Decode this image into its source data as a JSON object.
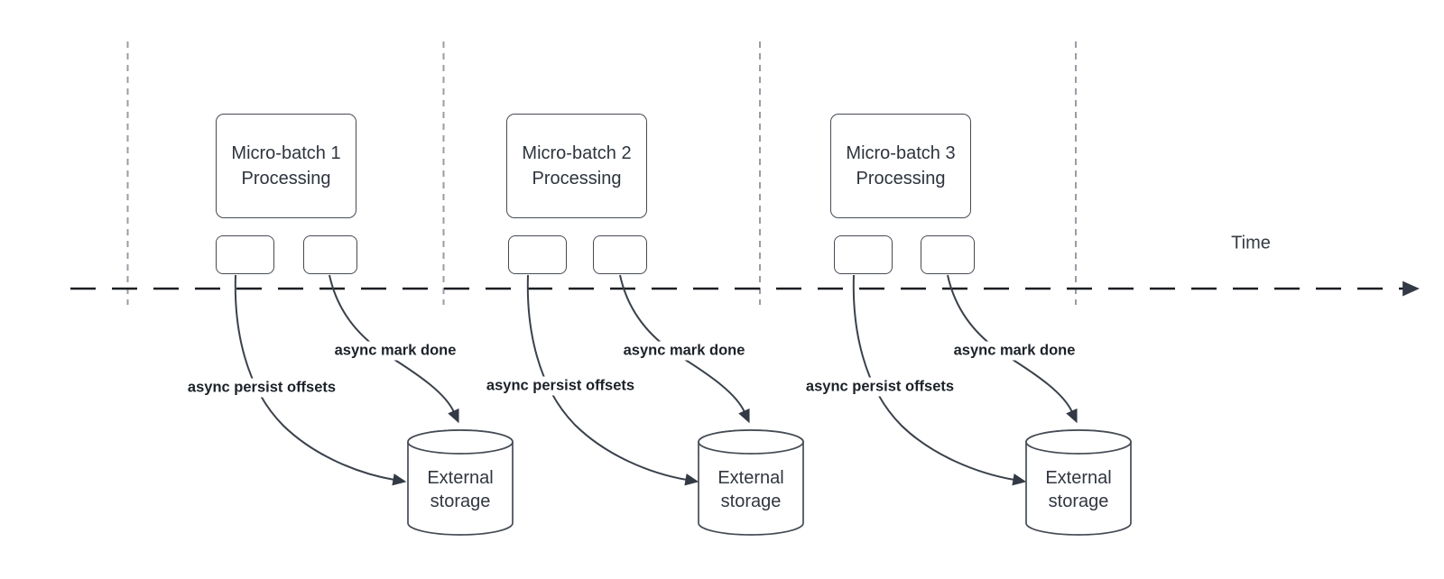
{
  "diagram": {
    "time_axis_label": "Time",
    "groups": [
      {
        "title_line1": "Micro-batch 1",
        "title_line2": "Processing",
        "persist_label": "async persist offsets",
        "done_label": "async mark done",
        "storage_line1": "External",
        "storage_line2": "storage"
      },
      {
        "title_line1": "Micro-batch 2",
        "title_line2": "Processing",
        "persist_label": "async persist offsets",
        "done_label": "async mark done",
        "storage_line1": "External",
        "storage_line2": "storage"
      },
      {
        "title_line1": "Micro-batch 3",
        "title_line2": "Processing",
        "persist_label": "async persist offsets",
        "done_label": "async mark done",
        "storage_line1": "External",
        "storage_line2": "storage"
      }
    ],
    "colors": {
      "shape_stroke": "#454b54",
      "arrow_stroke": "#3a414a",
      "arrowhead_fill": "#333a45",
      "interval_dash": "#989da4",
      "axis_stroke": "#1b1e22",
      "box_text": "#2e343d",
      "label_text": "#1c2128"
    }
  }
}
